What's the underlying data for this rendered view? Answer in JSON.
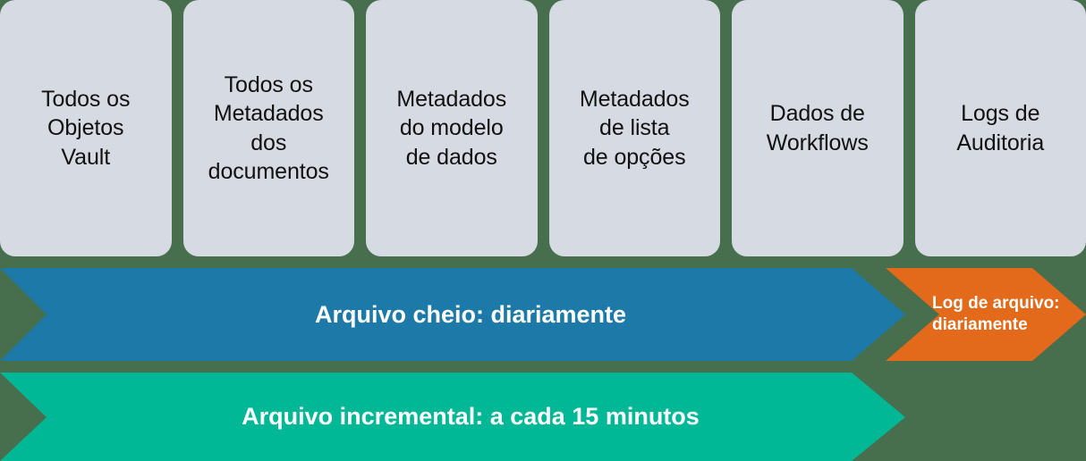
{
  "diagram": {
    "background_color": "#476f4e",
    "cards": {
      "fill_color": "#d6dae2",
      "text_color": "#111111",
      "items": [
        {
          "label": "Todos os\nObjetos\nVault"
        },
        {
          "label": "Todos os\nMetadados\ndos\ndocumentos"
        },
        {
          "label": "Metadados\ndo modelo\nde dados"
        },
        {
          "label": "Metadados\nde lista\nde opções"
        },
        {
          "label": "Dados de\nWorkflows"
        },
        {
          "label": "Logs de\nAuditoria"
        }
      ]
    },
    "bands": [
      {
        "id": "full-archive",
        "label": "Arquivo cheio: diariamente",
        "color": "#1d7aa8"
      },
      {
        "id": "archive-log",
        "label": "Log de arquivo:\ndiariamente",
        "color": "#e3691b"
      },
      {
        "id": "incremental-archive",
        "label": "Arquivo incremental: a cada 15 minutos",
        "color": "#00b796"
      }
    ]
  }
}
